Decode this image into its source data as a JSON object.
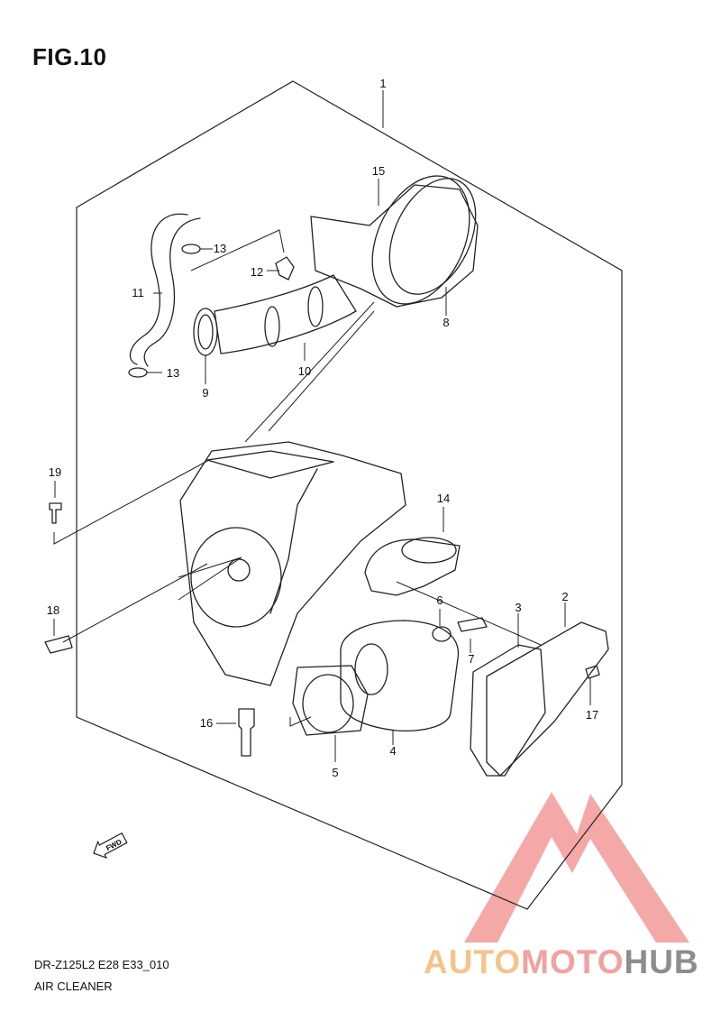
{
  "figure": {
    "title": "FIG.10"
  },
  "footer": {
    "code": "DR-Z125L2 E28 E33_010",
    "caption": "AIR CLEANER"
  },
  "fwd_label": "FWD",
  "watermark": {
    "part1": "AUTO",
    "part2": "MOTO",
    "part3": "HUB",
    "colors": {
      "auto": "#f5c48a",
      "moto": "#f3a0a0",
      "hub": "#8d8d8d",
      "logo": "#f08a8a"
    }
  },
  "callouts": {
    "c1": "1",
    "c2": "2",
    "c3": "3",
    "c4": "4",
    "c5": "5",
    "c6": "6",
    "c7": "7",
    "c8": "8",
    "c9": "9",
    "c10": "10",
    "c11": "11",
    "c12": "12",
    "c13a": "13",
    "c13b": "13",
    "c14": "14",
    "c15": "15",
    "c16": "16",
    "c17": "17",
    "c18": "18",
    "c19": "19"
  }
}
